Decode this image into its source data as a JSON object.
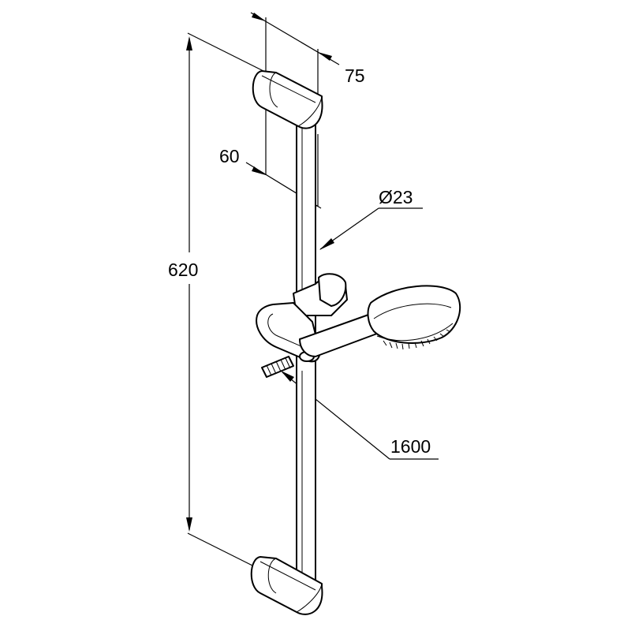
{
  "dimensions": {
    "bracket_depth": "75",
    "rail_offset": "60",
    "rail_diameter": "Ø23",
    "rail_length": "620",
    "hose_length": "1600"
  }
}
